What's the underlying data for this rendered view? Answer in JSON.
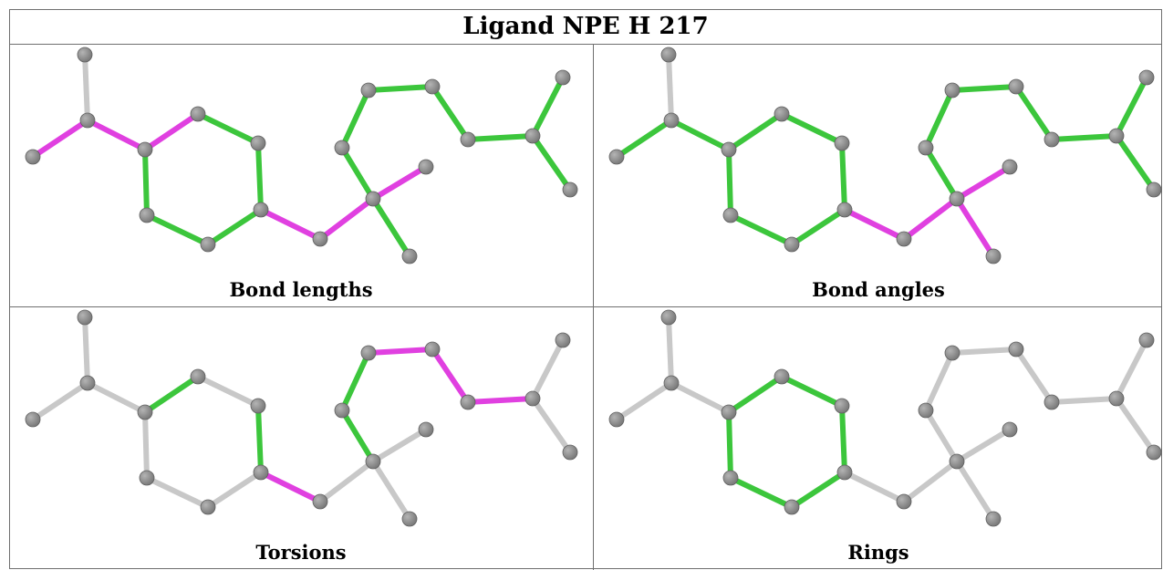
{
  "title": "Ligand NPE H 217",
  "panels": [
    {
      "label": "Bond lengths",
      "bond_colors": [
        "gray",
        "magenta",
        "magenta",
        "magenta",
        "green",
        "green",
        "green",
        "green",
        "green",
        "magenta",
        "magenta",
        "magenta",
        "green",
        "green",
        "green",
        "green",
        "green",
        "green",
        "green"
      ]
    },
    {
      "label": "Bond angles",
      "bond_colors": [
        "gray",
        "green",
        "green",
        "green",
        "green",
        "green",
        "green",
        "green",
        "green",
        "magenta",
        "magenta",
        "magenta",
        "magenta",
        "green",
        "green",
        "green",
        "green",
        "green",
        "green"
      ]
    },
    {
      "label": "Torsions",
      "bond_colors": [
        "gray",
        "gray",
        "gray",
        "green",
        "gray",
        "gray",
        "gray",
        "gray",
        "green",
        "magenta",
        "gray",
        "gray",
        "gray",
        "green",
        "green",
        "magenta",
        "magenta",
        "magenta",
        "gray"
      ]
    },
    {
      "label": "Rings",
      "bond_colors": [
        "gray",
        "gray",
        "gray",
        "green",
        "green",
        "green",
        "green",
        "green",
        "green",
        "gray",
        "gray",
        "gray",
        "gray",
        "gray",
        "gray",
        "gray",
        "gray",
        "gray",
        "gray"
      ]
    }
  ],
  "colors": {
    "green": "#3cc63c",
    "magenta": "#e040e0",
    "gray": "#c8c8c8",
    "atom": "#7a7a7a"
  }
}
